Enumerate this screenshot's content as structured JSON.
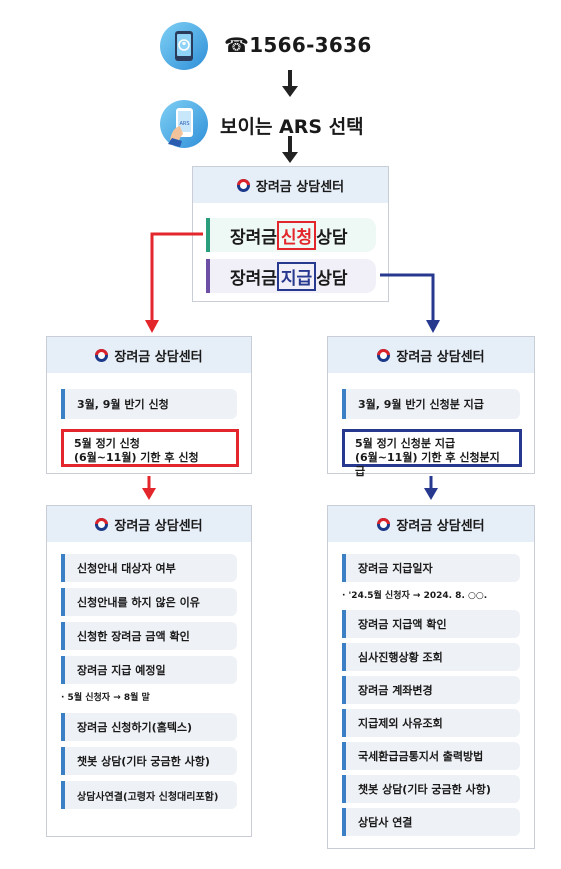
{
  "step1": {
    "icon": "phone-icon",
    "text": "☎1566-3636"
  },
  "step2": {
    "icon": "mobile-ars-icon",
    "text": "보이는 ARS 선택"
  },
  "center_title": "장려금 상담센터",
  "top_box": {
    "apply": {
      "prefix": "장려금",
      "highlight": "신청",
      "suffix": "상담"
    },
    "payment": {
      "prefix": "장려금",
      "highlight": "지급",
      "suffix": "상담"
    }
  },
  "left_mid": {
    "item1": "3월, 9월 반기 신청",
    "box_line1": "5월 정기 신청",
    "box_line2": "(6월~11월) 기한 후 신청"
  },
  "right_mid": {
    "item1": "3월, 9월 반기 신청분 지급",
    "box_line1": "5월 정기 신청분 지급",
    "box_line2": "(6월~11월) 기한 후 신청분지급"
  },
  "left_bottom": {
    "items": [
      "신청안내 대상자 여부",
      "신청안내를 하지 않은 이유",
      "신청한 장려금 금액 확인",
      "장려금 지급 예정일"
    ],
    "note": "· 5월 신청자 → 8월 말",
    "items2": [
      "장려금 신청하기(홈텍스)",
      "챗봇 상담(기타 궁금한 사항)",
      "상담사연결(고령자 신청대리포함)"
    ]
  },
  "right_bottom": {
    "item0": "장려금 지급일자",
    "note": "· '24.5월 신청자 → 2024. 8. ○○.",
    "items": [
      "장려금  지급액 확인",
      "심사진행상황 조회",
      "장려금 계좌변경",
      "지급제외 사유조회",
      "국세환급금통지서 출력방법",
      "챗봇 상담(기타 궁금한 사항)",
      "상담사 연결"
    ]
  },
  "colors": {
    "red": "#e3262b",
    "navy": "#27388f",
    "head_bg": "#e6eef8",
    "item_bg": "#eef1f5",
    "bar": "#3b7fc4"
  }
}
